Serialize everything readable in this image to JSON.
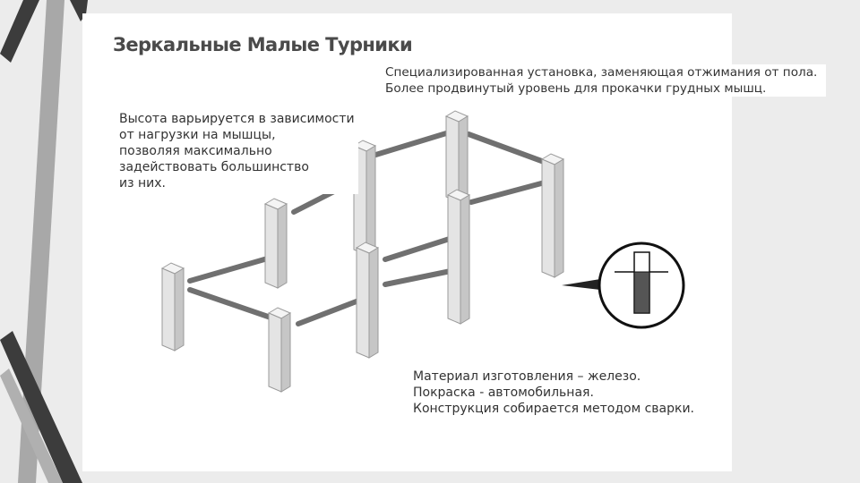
{
  "slide": {
    "title": "Зеркальные Малые Турники",
    "top_text": [
      "Специализированная установка, заменяющая отжимания от пола.",
      "Более продвинутый уровень для прокачки грудных мышц."
    ],
    "left_text": [
      "Высота варьируется в зависимости",
      "от нагрузки на мышцы,",
      "позволяя максимально",
      "задействовать большинство",
      "из них."
    ],
    "bottom_text": [
      "Материал изготовления – железо.",
      "Покраска - автомобильная.",
      "Конструкция собирается методом сварки."
    ]
  },
  "colors": {
    "background": "#ececec",
    "slide": "#ffffff",
    "title": "#4a4a4a",
    "text": "#333333",
    "post_front": "#e6e6e6",
    "post_side": "#c4c4c4",
    "bar": "#8a8a8a"
  }
}
